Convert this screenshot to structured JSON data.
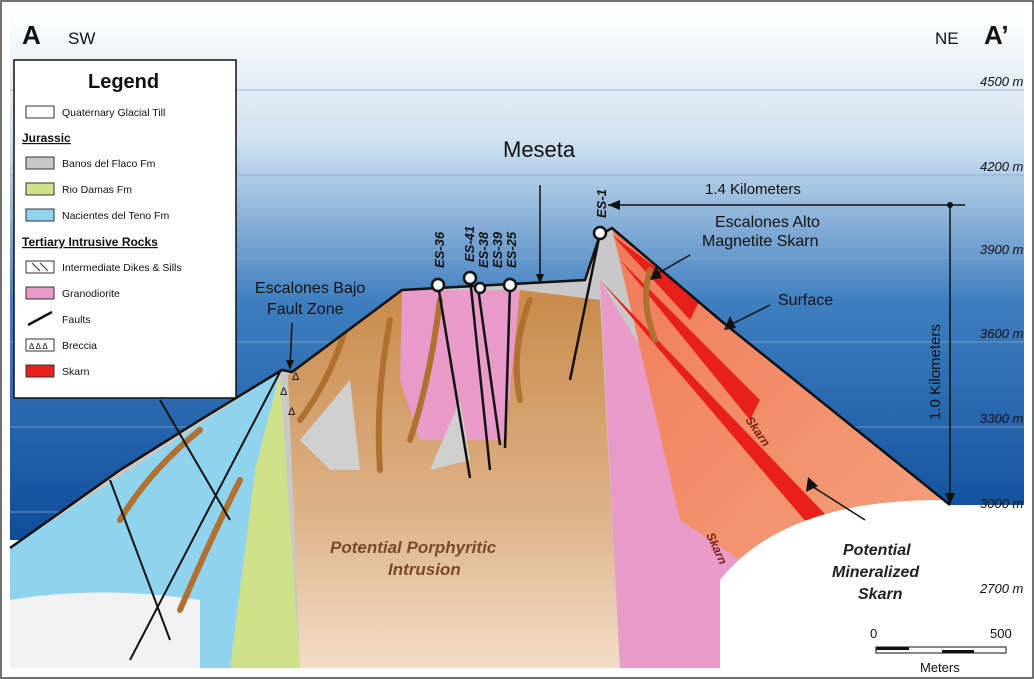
{
  "section": {
    "start_label": "A",
    "start_direction": "SW",
    "end_direction": "NE",
    "end_label": "A’"
  },
  "elevations": [
    "4500 m",
    "4200 m",
    "3900 m",
    "3600 m",
    "3300 m",
    "3000 m",
    "2700 m"
  ],
  "legend": {
    "title": "Legend",
    "items": [
      {
        "label": "Quaternary Glacial Till",
        "color": "#ffffff",
        "symbol": "box"
      },
      {
        "label": "Jurassic",
        "symbol": "heading"
      },
      {
        "label": "Banos del Flaco Fm",
        "color": "#c8c8c8",
        "symbol": "box"
      },
      {
        "label": "Rio Damas Fm",
        "color": "#cfe08a",
        "symbol": "box"
      },
      {
        "label": "Nacientes del Teno Fm",
        "color": "#8fd3ee",
        "symbol": "box"
      },
      {
        "label": "Tertiary Intrusive Rocks",
        "symbol": "heading"
      },
      {
        "label": "Intermediate Dikes & Sills",
        "color": "#ffffff",
        "symbol": "dike"
      },
      {
        "label": "Granodiorite",
        "color": "#e89ac8",
        "symbol": "box"
      },
      {
        "label": "Faults",
        "symbol": "fault"
      },
      {
        "label": "Breccia",
        "symbol": "breccia"
      },
      {
        "label": "Skarn",
        "color": "#e8201c",
        "symbol": "box"
      }
    ]
  },
  "annotations": {
    "meseta": "Meseta",
    "escalones_bajo_1": "Escalones Bajo",
    "escalones_bajo_2": "Fault Zone",
    "escalones_alto_1": "Escalones Alto",
    "escalones_alto_2": "Magnetite Skarn",
    "surface": "Surface",
    "distance_horizontal": "1.4 Kilometers",
    "distance_vertical": "1.0 Kilometers",
    "porphyry_1": "Potential Porphyritic",
    "porphyry_2": "Intrusion",
    "mineral_1": "Potential",
    "mineral_2": "Mineralized",
    "mineral_3": "Skarn",
    "skarn_label_1": "Skarn",
    "skarn_label_2": "Skarn"
  },
  "drill_holes": [
    "ES-36",
    "ES-41",
    "ES-38",
    "ES-39",
    "ES-25",
    "ES-1"
  ],
  "scale_bar": {
    "min": "0",
    "max": "500",
    "unit": "Meters"
  }
}
